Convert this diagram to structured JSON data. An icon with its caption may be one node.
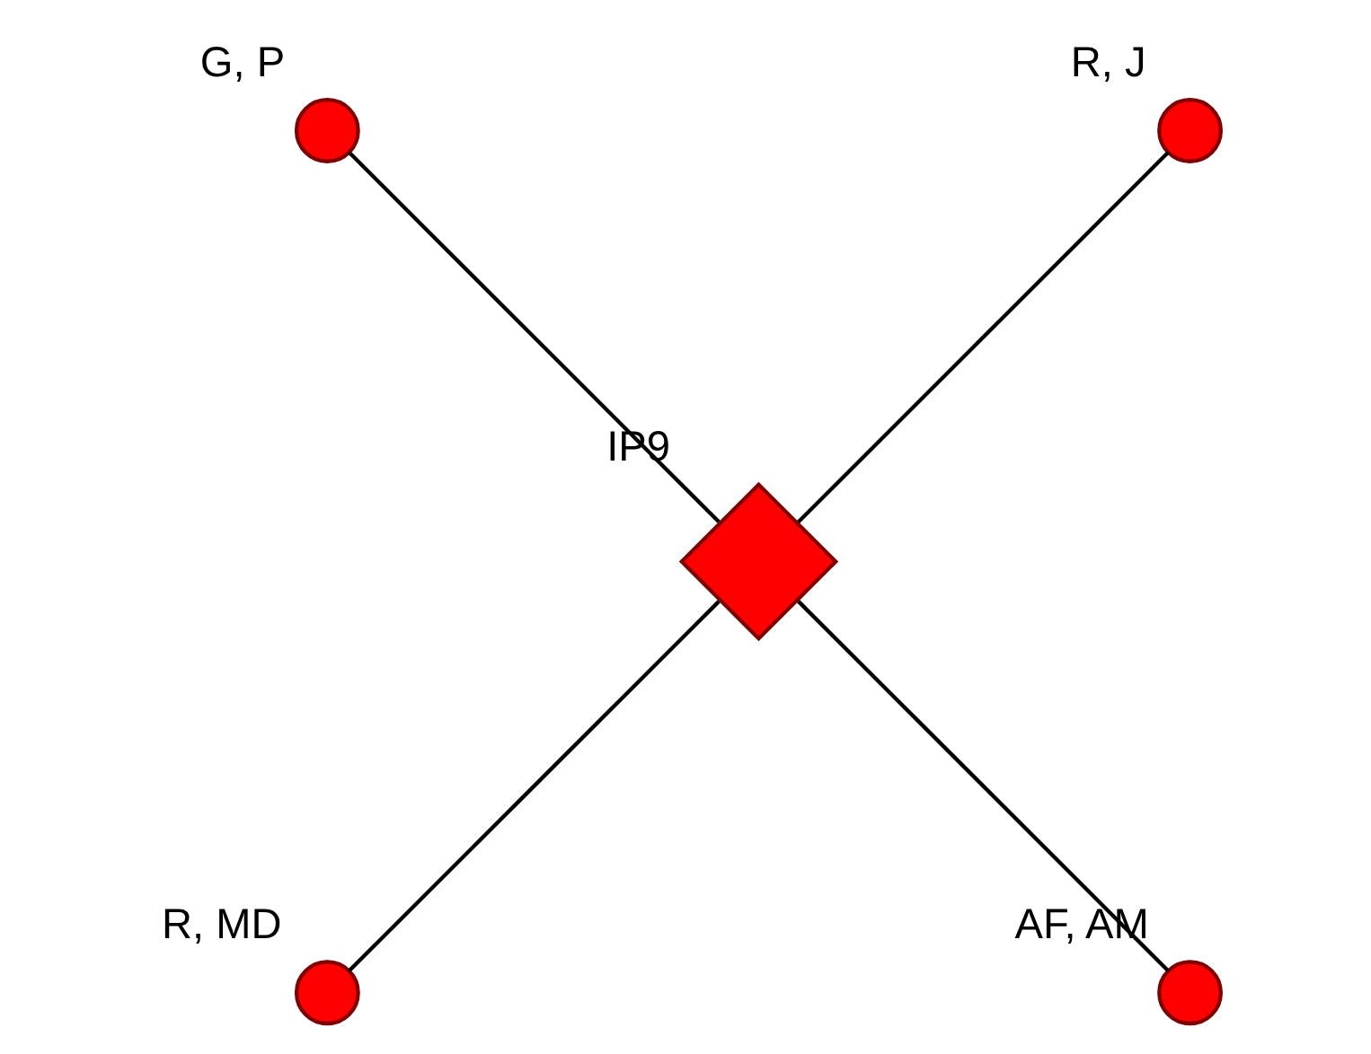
{
  "diagram": {
    "nodes": [
      {
        "text": [
          "R, J"
        ]
      },
      {
        "text": [
          "G, P"
        ]
      },
      {
        "text": [
          "IP9"
        ]
      },
      {
        "text": [
          "R, MD"
        ]
      },
      {
        "text": [
          "AF, AM"
        ]
      }
    ],
    "edges": [
      {
        "from": 2,
        "to": 0,
        "arrow": "none"
      },
      {
        "from": 2,
        "to": 1,
        "arrow": "none"
      },
      {
        "from": 2,
        "to": 3,
        "arrow": "none"
      },
      {
        "from": 2,
        "to": 4,
        "arrow": "none"
      }
    ]
  }
}
